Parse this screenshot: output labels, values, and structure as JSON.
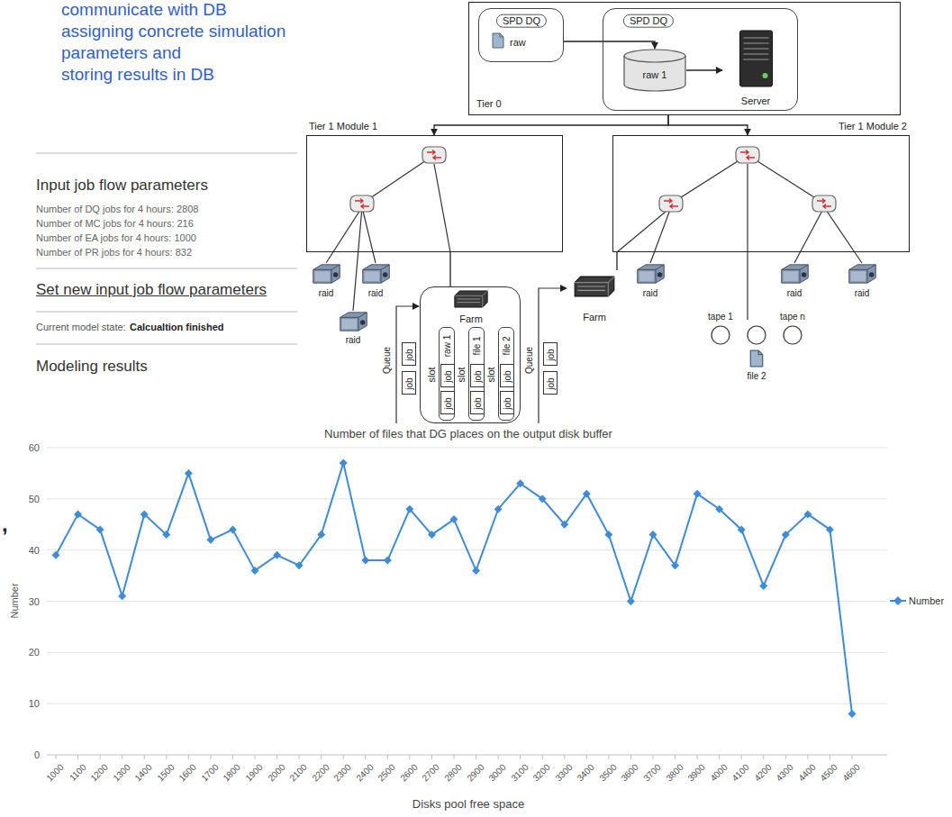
{
  "diagram": {
    "nodes": [
      {
        "text": [
          "Tier 0"
        ]
      },
      {
        "text": [
          "SPD DQ",
          "raw"
        ],
        "in": 0
      },
      {
        "text": [
          "SPD DQ"
        ],
        "in": 0
      },
      {
        "text": [
          "raw 1"
        ],
        "in": 2
      },
      {
        "text": [
          "Server"
        ],
        "in": 2
      },
      {
        "text": [
          "Tier 1 Module 1"
        ]
      },
      {
        "text": [
          "Tier 1 Module 2"
        ]
      },
      {
        "text": [
          "Farm"
        ]
      },
      {
        "text": [
          "slot",
          "raw 1"
        ],
        "in": 7
      },
      {
        "text": [
          "job"
        ],
        "in": 8
      },
      {
        "text": [
          "job"
        ],
        "in": 8
      },
      {
        "text": [
          "slot",
          "file 1"
        ],
        "in": 7
      },
      {
        "text": [
          "job"
        ],
        "in": 11
      },
      {
        "text": [
          "job"
        ],
        "in": 11
      },
      {
        "text": [
          "slot",
          "file 2"
        ],
        "in": 7
      },
      {
        "text": [
          "job"
        ],
        "in": 14
      },
      {
        "text": [
          "job"
        ],
        "in": 14
      },
      {
        "text": [
          "job"
        ]
      },
      {
        "text": [
          "job"
        ]
      },
      {
        "text": [
          "Farm"
        ]
      },
      {
        "text": [
          "job"
        ]
      },
      {
        "text": [
          "job"
        ]
      }
    ],
    "edges": [
      {
        "from": 1,
        "to": 3,
        "arrow": "to"
      },
      {
        "from": 3,
        "to": 4,
        "arrow": "to"
      },
      {
        "from": 0,
        "to": 5,
        "arrow": "to"
      },
      {
        "from": 0,
        "to": 6,
        "arrow": "to"
      },
      {
        "from": 5,
        "to": 7,
        "arrow": "none"
      },
      {
        "from": 6,
        "to": 19,
        "arrow": "none"
      }
    ],
    "labels": [
      "communicate with DB",
      "assigning concrete simulation",
      "parameters and",
      "storing results in DB",
      "Input job flow parameters",
      "Number of DQ jobs for 4 hours: 2808",
      "Number of MC jobs for 4 hours: 216",
      "Number of EA jobs for 4 hours: 1000",
      "Number of PR jobs for 4 hours: 832",
      "Set new input job flow parameters",
      "Current model state:",
      "Calcualtion finished",
      "Modeling results",
      ",",
      "raid",
      "raid",
      "raid",
      "Queue",
      "Queue",
      "raid",
      "raid",
      "raid",
      "tape 1",
      "tape n",
      "file 2",
      "Number of files that DG places on the output disk buffer",
      "0",
      "10",
      "20",
      "30",
      "40",
      "50",
      "60",
      "Number",
      "1000",
      "1100",
      "1200",
      "1300",
      "1400",
      "1500",
      "1600",
      "1700",
      "1800",
      "1900",
      "2000",
      "2100",
      "2200",
      "2300",
      "2400",
      "2500",
      "2600",
      "2700",
      "2800",
      "2900",
      "3000",
      "3100",
      "3200",
      "3300",
      "3400",
      "3500",
      "3600",
      "3700",
      "3800",
      "3900",
      "4000",
      "4100",
      "4200",
      "4300",
      "4400",
      "4500",
      "4600",
      "Disks pool free space"
    ],
    "legend": [
      {
        "text": "Number"
      }
    ]
  }
}
